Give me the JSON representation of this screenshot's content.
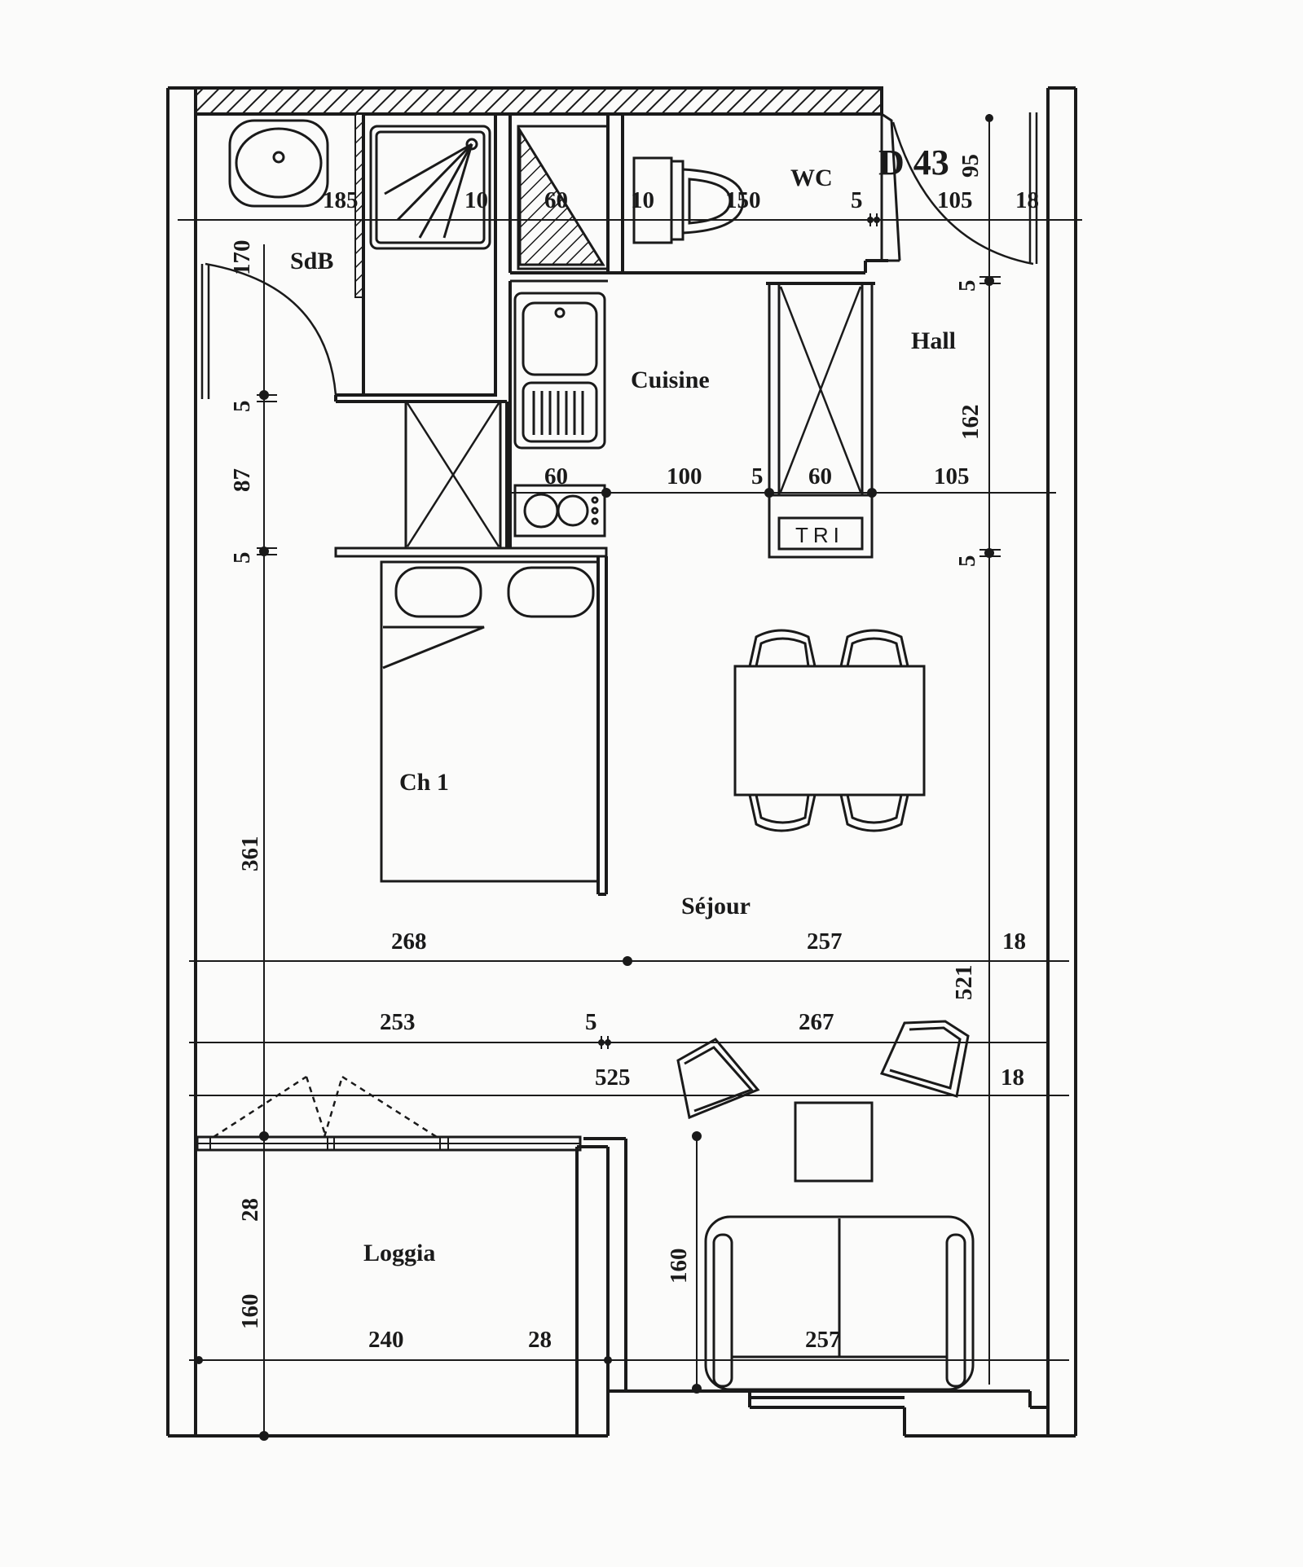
{
  "plan": {
    "unit_id": "D 43",
    "rooms": {
      "sdb": "SdB",
      "wc": "WC",
      "cuisine": "Cuisine",
      "hall": "Hall",
      "ch1": "Ch 1",
      "sejour": "Séjour",
      "loggia": "Loggia"
    },
    "tri_label": "TRI",
    "dimensions": {
      "top_row": [
        "185",
        "10",
        "60",
        "10",
        "150",
        "5",
        "105",
        "18"
      ],
      "top_right_vertical": "95",
      "left_vertical": [
        "170",
        "5",
        "87",
        "5",
        "361"
      ],
      "right_vertical": [
        "5",
        "162",
        "5",
        "521"
      ],
      "kitchen_row": [
        "60",
        "100",
        "5",
        "60",
        "105"
      ],
      "sejour_row_1": [
        "268",
        "257",
        "18"
      ],
      "sejour_row_2": [
        "253",
        "5",
        "267"
      ],
      "total_width": "525",
      "right_18b": "18",
      "loggia_vertical": [
        "28",
        "160"
      ],
      "loggia_row": [
        "240",
        "28",
        "257"
      ],
      "sofa_vertical": "160"
    }
  }
}
